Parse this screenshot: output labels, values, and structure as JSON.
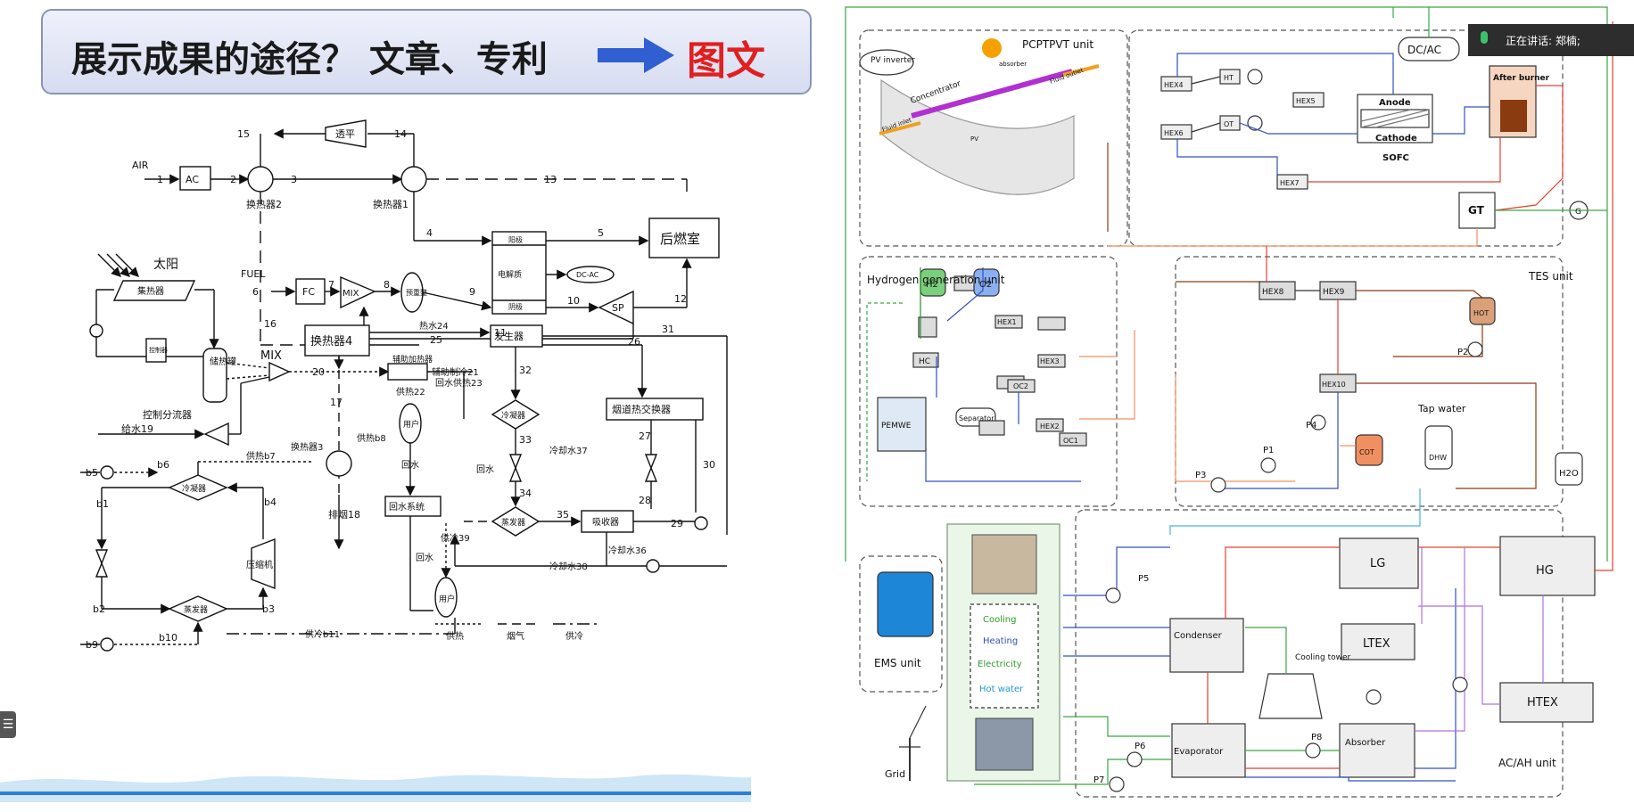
{
  "slide": {
    "title": "展示成果的途径？  文章、专利",
    "title_accent": "图文",
    "colors": {
      "accent": "#e02020",
      "arrow": "#2f5fd0",
      "border": "#8a94b8"
    }
  },
  "notification": {
    "label": "正在讲话: 郑楠;"
  },
  "left_diagram": {
    "labels": {
      "air": "AIR",
      "ac": "AC",
      "hx2": "换热器2",
      "hx1": "换热器1",
      "tp": "透平",
      "post_combust": "后燃室",
      "fuel": "FUEL",
      "fc": "FC",
      "mix": "MIX",
      "reformer": "预重整",
      "anode": "阳极",
      "electrolyte": "电解质",
      "cathode": "阴极",
      "dcac": "DC-AC",
      "sp": "SP",
      "sun": "太阳",
      "collector": "集热器",
      "storage": "储热罐",
      "ctrl": "控制器",
      "mix2": "MIX",
      "ctrl_splitter": "控制分流器",
      "feedwater": "给水19",
      "hx4": "换热器4",
      "aux_heater": "辅助加热器",
      "aux_ctrl": "辅助制冷21",
      "supply22": "供热22",
      "return_supply23": "回水供热23",
      "generator": "发生器",
      "hot_water24": "热水24",
      "cond": "冷凝器",
      "exhaust_hx": "烟道热交换器",
      "user_top": "用户",
      "hx3": "换热器3",
      "exhaust18": "排烟18",
      "return_water": "回水",
      "return_sys": "回水系统",
      "coolw37": "冷却水37",
      "absorber": "吸收器",
      "coolw36": "冷却水36",
      "coolw38": "冷却水38",
      "evap": "蒸发器",
      "supply_cool39": "供冷39",
      "user_bot": "用户",
      "cond_b": "冷凝器",
      "compressor": "压缩机",
      "evap_b": "蒸发器",
      "supply_b7": "供热b7",
      "supply_b8": "供热b8",
      "supply_cool_b11": "供冷b11",
      "legend_heat": "供热",
      "legend_flue": "烟气",
      "legend_cool": "供冷",
      "n1": "1",
      "n2": "2",
      "n3": "3",
      "n4": "4",
      "n5": "5",
      "n6": "6",
      "n7": "7",
      "n8": "8",
      "n9": "9",
      "n10": "10",
      "n11": "11",
      "n12": "12",
      "n13": "13",
      "n14": "14",
      "n15": "15",
      "n16": "16",
      "n17": "17",
      "n20": "20",
      "n25": "25",
      "n26": "26",
      "n27": "27",
      "n28": "28",
      "n29": "29",
      "n30": "30",
      "n31": "31",
      "n32": "32",
      "n33": "33",
      "n34": "34",
      "n35": "35",
      "b1": "b1",
      "b2": "b2",
      "b3": "b3",
      "b4": "b4",
      "b5": "b5",
      "b6": "b6",
      "b9": "b9",
      "b10": "b10"
    }
  },
  "right_diagram": {
    "labels": {
      "pcptpvt": "PCPTPVT unit",
      "pv_inverter": "PV inverter",
      "concentrator": "Concentrator",
      "absorber_tube": "absorber",
      "fluid_inlet": "Fluid inlet",
      "fluid_outlet": "Fluid outlet",
      "pv": "PV",
      "dcac": "DC/AC",
      "hex4": "HEX4",
      "ht": "HT",
      "hex5": "HEX5",
      "hex6": "HEX6",
      "ot": "OT",
      "anode": "Anode",
      "cathode": "Cathode",
      "sofc": "SOFC",
      "hex7": "HEX7",
      "after_burner": "After burner",
      "gt": "GT",
      "g": "G",
      "hyd_unit": "Hydrogen generation unit",
      "h2": "H2",
      "o2": "O2",
      "hex1": "HEX1",
      "hc": "HC",
      "hex3": "HEX3",
      "oc1": "OC1",
      "oc2": "OC2",
      "hex2": "HEX2",
      "pemwe": "PEMWE",
      "separator": "Separator",
      "tes": "TES unit",
      "hex8": "HEX8",
      "hex9": "HEX9",
      "hot": "HOT",
      "p2": "P2",
      "hex10": "HEX10",
      "tap_water": "Tap water",
      "p4": "P4",
      "cot": "COT",
      "dhw": "DHW",
      "p1": "P1",
      "p3": "P3",
      "h2o": "H2O",
      "ems": "EMS unit",
      "grid": "Grid",
      "cooling": "Cooling",
      "heating": "Heating",
      "electricity": "Electricity",
      "hot_water": "Hot water",
      "p5": "P5",
      "lg": "LG",
      "hg": "HG",
      "condenser": "Condenser",
      "ltex": "LTEX",
      "cooling_tower": "Cooling tower",
      "htex": "HTEX",
      "p6": "P6",
      "evaporator": "Evaporator",
      "p8": "P8",
      "absorber": "Absorber",
      "p7": "P7",
      "acah": "AC/AH unit"
    }
  }
}
